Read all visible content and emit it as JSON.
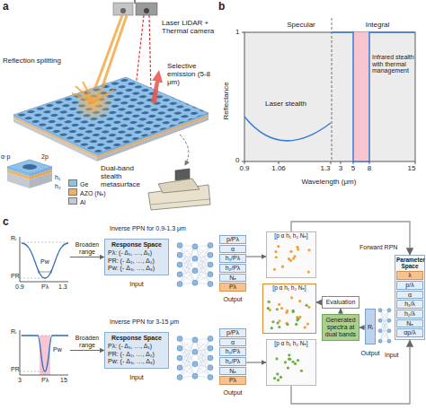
{
  "diagram": {
    "nodes": [
      {
        "text": [
          "Rᵢ",
          "PR",
          "Pw",
          "Pλ",
          "0.9",
          "1.3"
        ]
      },
      {
        "text": [
          "Response Space",
          "Pλ: (- Δ₁, …, Δ₁)",
          "PR: (- Δ₂, …, Δ₂)",
          "Pw: (- Δ₃, …, Δ₃)"
        ]
      },
      {
        "text": [
          "p/Pλ",
          "α",
          "h₁/Pλ",
          "h₂/Pλ",
          "Nₑ",
          "Pλ"
        ]
      },
      {
        "text": [
          "[p α h₁ h₂ Nₑ]"
        ]
      },
      {
        "text": [
          "Rᵢ",
          "PR",
          "Pw",
          "Pλ",
          "3",
          "15"
        ]
      },
      {
        "text": [
          "Response Space",
          "Pλ: (- Δ₁, …, Δ₁)",
          "PR: (- Δ₂, …, Δ₂)",
          "Pw: (- Δ₃, …, Δ₃)"
        ]
      },
      {
        "text": [
          "p/Pλ",
          "α",
          "h₁/Pλ",
          "h₂/Pλ",
          "Nₑ",
          "Pλ"
        ]
      },
      {
        "text": [
          "[p α h₁ h₂ Nₑ]"
        ]
      },
      {
        "text": [
          "[p α h₁ h₂ Nₑ]"
        ]
      },
      {
        "text": [
          "Evaluation"
        ]
      },
      {
        "text": [
          "Generated spectra at dual bands"
        ]
      },
      {
        "text": [
          "Rᵢ"
        ]
      },
      {
        "text": [
          "Parameter Space",
          "λ",
          "p/λ",
          "α",
          "h₁/λ",
          "h₂/λ",
          "Nₑ",
          "αp/λ"
        ]
      }
    ],
    "edges": [
      {
        "from": 0,
        "to": 1,
        "arrow": "to",
        "label": "Broaden range"
      },
      {
        "from": 4,
        "to": 5,
        "arrow": "to",
        "label": "Broaden range"
      },
      {
        "from": 2,
        "to": 3,
        "arrow": "to"
      },
      {
        "from": 6,
        "to": 7,
        "arrow": "to"
      },
      {
        "from": 10,
        "to": 9,
        "arrow": "to"
      },
      {
        "from": 11,
        "to": 10,
        "arrow": "to"
      },
      {
        "from": 3,
        "to": 12,
        "arrow": "to"
      },
      {
        "from": 7,
        "to": 12,
        "arrow": "to"
      },
      {
        "from": 9,
        "to": 8,
        "arrow": "to"
      }
    ],
    "labels": [
      "a",
      "Laser LiDAR + Thermal camera",
      "Reflection splitting",
      "Selective emission (5-8 μm)",
      "Dual-band stealth metasurface",
      "α·p",
      "2p",
      "h₁",
      "h₂",
      "b",
      "Specular",
      "Integral",
      "Reflectance",
      "1",
      "0",
      "0.9",
      "1.06",
      "1.3",
      "3",
      "5",
      "8",
      "15",
      "Wavelength (μm)",
      "Laser stealth",
      "Infrared stealth with thermal management",
      "c",
      "Inverse PPN for 0.9-1.3 μm",
      "Inverse PPN for 3-15 μm",
      "Input",
      "Output",
      "Input",
      "Output",
      "Forward RPN",
      "Output",
      "Input"
    ],
    "legend": [
      {
        "text": "Ge",
        "color": "#8ec1ea"
      },
      {
        "text": "AZO (Nₑ)",
        "color": "#f2b35c"
      },
      {
        "text": "Al",
        "color": "#c5c9d0"
      }
    ]
  }
}
